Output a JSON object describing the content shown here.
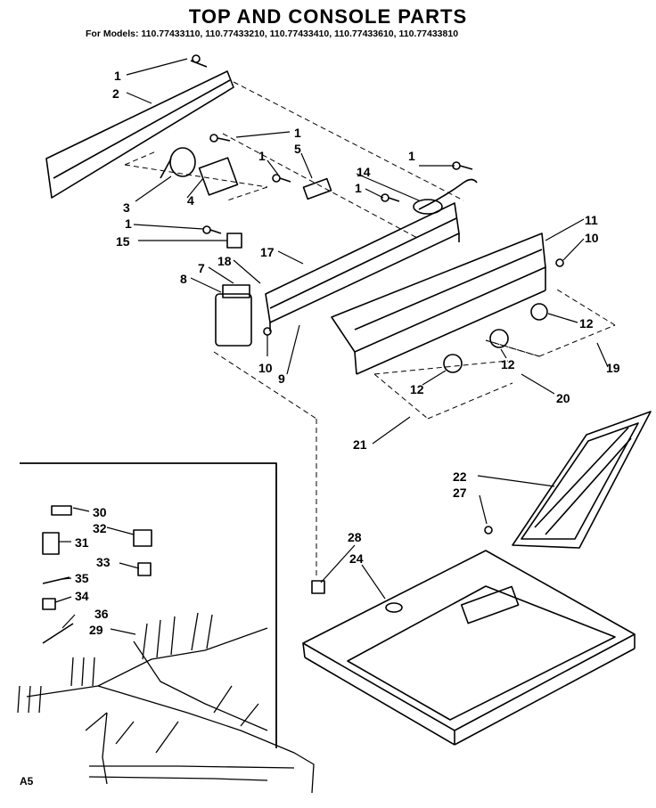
{
  "title": "TOP AND CONSOLE PARTS",
  "models": "For Models: 110.77433110, 110.77433210, 110.77433410, 110.77433610, 110.77433810",
  "diagram_code": "A5",
  "callouts": [
    "1",
    "2",
    "1",
    "3",
    "4",
    "1",
    "5",
    "14",
    "1",
    "1",
    "1",
    "15",
    "11",
    "10",
    "17",
    "18",
    "7",
    "8",
    "10",
    "9",
    "12",
    "12",
    "12",
    "19",
    "20",
    "21",
    "22",
    "27",
    "28",
    "24",
    "30",
    "32",
    "31",
    "33",
    "35",
    "34",
    "36",
    "29"
  ]
}
